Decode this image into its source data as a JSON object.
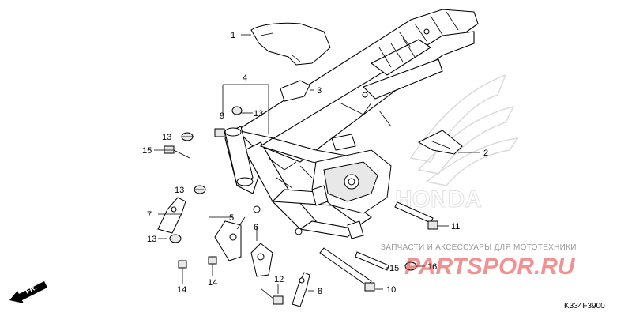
{
  "diagram": {
    "callouts": [
      {
        "id": "c1",
        "text": "1"
      },
      {
        "id": "c2",
        "text": "2"
      },
      {
        "id": "c3",
        "text": "3"
      },
      {
        "id": "c4",
        "text": "4"
      },
      {
        "id": "c5",
        "text": "5"
      },
      {
        "id": "c6",
        "text": "6"
      },
      {
        "id": "c7",
        "text": "7"
      },
      {
        "id": "c8",
        "text": "8"
      },
      {
        "id": "c9",
        "text": "9"
      },
      {
        "id": "c10",
        "text": "10"
      },
      {
        "id": "c11",
        "text": "11"
      },
      {
        "id": "c12",
        "text": "12"
      },
      {
        "id": "c13a",
        "text": "13"
      },
      {
        "id": "c13b",
        "text": "13"
      },
      {
        "id": "c13c",
        "text": "13"
      },
      {
        "id": "c13d",
        "text": "13"
      },
      {
        "id": "c14a",
        "text": "14"
      },
      {
        "id": "c14b",
        "text": "14"
      },
      {
        "id": "c15a",
        "text": "15"
      },
      {
        "id": "c15b",
        "text": "15"
      },
      {
        "id": "c16",
        "text": "16"
      }
    ],
    "direction_label": "FR.",
    "diagram_code": "K334F3900"
  },
  "watermark": {
    "caption": "ЗАПЧАСТИ И АКСЕССУАРЫ ДЛЯ МОТОТЕХНИКИ",
    "logo": "PARTSPOR.RU",
    "brand": "HONDA",
    "color": "#e63a3a"
  }
}
